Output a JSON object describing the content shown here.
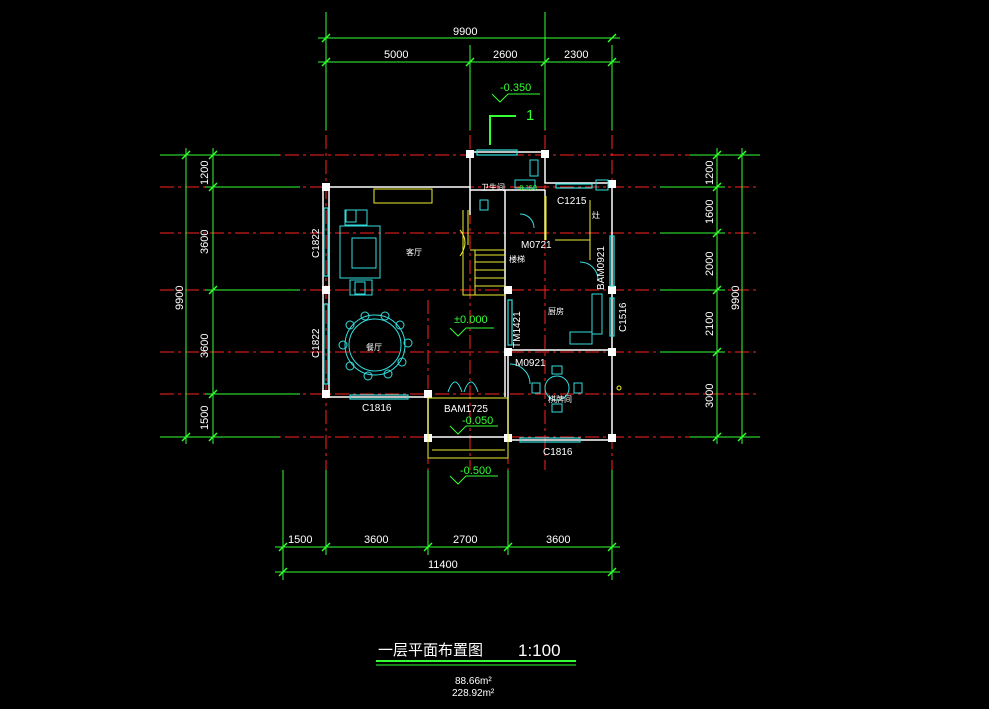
{
  "dims_top": {
    "total": "9900",
    "a": "5000",
    "b": "2600",
    "c": "2300"
  },
  "dims_bottom": {
    "total": "11400",
    "a": "1500",
    "b": "3600",
    "c": "2700",
    "d": "3600"
  },
  "dims_left": {
    "total": "9900",
    "a": "1200",
    "b": "3600",
    "c": "3600",
    "d": "1500"
  },
  "dims_right": {
    "total": "9900",
    "a": "1200",
    "b": "1600",
    "c": "2000",
    "d": "2100",
    "e": "3000"
  },
  "levels": {
    "top": "-0.350",
    "floor": "±0.000",
    "entry": "-0.050",
    "step": "-0.500",
    "bath": "-0.150"
  },
  "section_mark": "1",
  "rooms": {
    "living": "客厅",
    "dining": "餐厅",
    "bath": "卫生间",
    "kitchen": "厨房",
    "stair": "楼梯",
    "mahjong": "棋牌间",
    "stove": "灶"
  },
  "openings": {
    "c1822_top": "C1822",
    "c1822_bot": "C1822",
    "c1816_left": "C1816",
    "c1816_right": "C1816",
    "bam1725": "BAM1725",
    "c1215": "C1215",
    "m0721": "M0721",
    "tm1421": "TM1421",
    "m0921": "M0921",
    "bam0921": "BAM0921",
    "c1516": "C1516"
  },
  "title": "一层平面布置图",
  "scale": "1:100",
  "area1": "88.66m²",
  "area2": "228.92m²",
  "colors": {
    "green": "#33ff33",
    "red": "#ff2222",
    "cyan": "#33dddd",
    "yellow": "#eeee33",
    "white": "#ffffff"
  }
}
